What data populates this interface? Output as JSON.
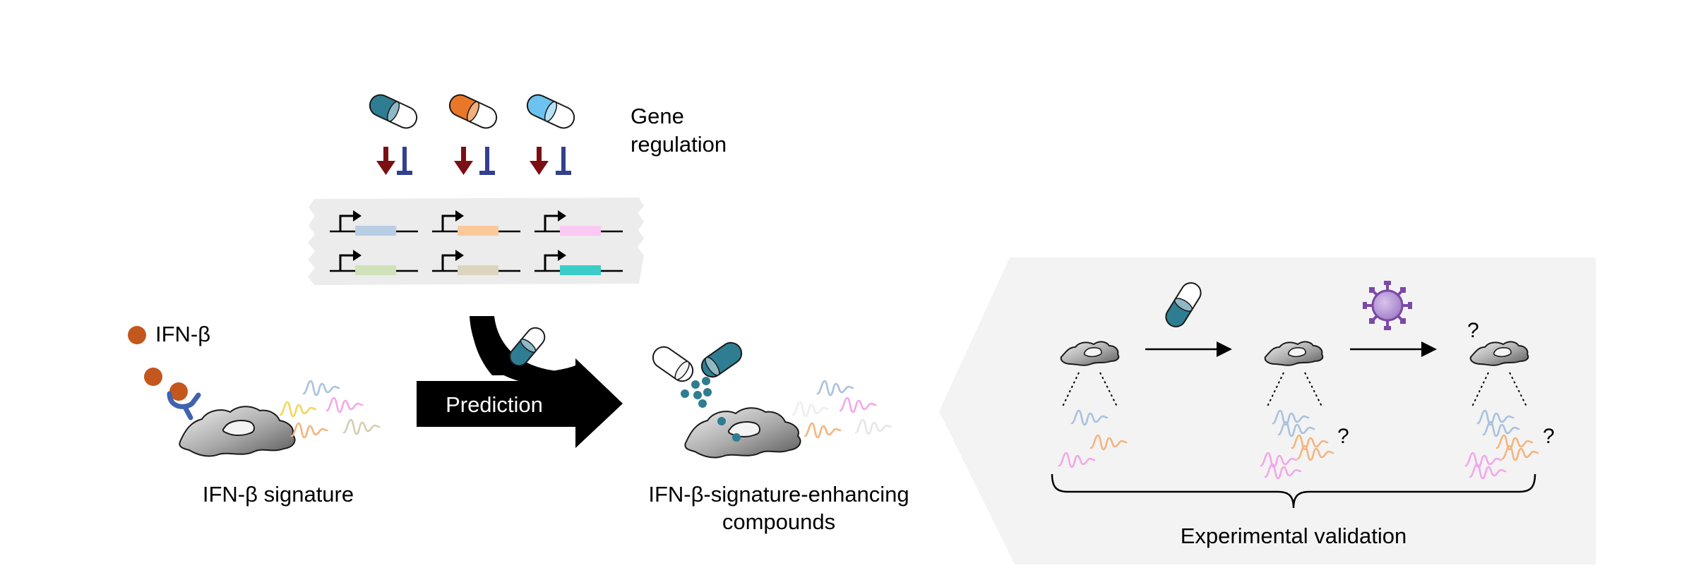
{
  "labels": {
    "gene_regulation_line1": "Gene",
    "gene_regulation_line2": "regulation",
    "ifn_beta": "IFN-β",
    "ifn_beta_signature": "IFN-β signature",
    "prediction": "Prediction",
    "enhancing_line1": "IFN-β-signature-enhancing",
    "enhancing_line2": "compounds",
    "experimental_validation": "Experimental validation",
    "unknown_mark": "?"
  },
  "icons": {
    "pill": "pill-capsule-icon",
    "virus": "virus-icon",
    "cell": "cell-icon",
    "receptor": "receptor-icon",
    "ligand": "ifn-beta-molecule-icon",
    "promoter": "promoter-arrow-icon",
    "activation": "activation-arrow-icon",
    "inhibition": "inhibition-bar-icon"
  },
  "colors": {
    "ifn_beta": "#c4571e",
    "receptor": "#3f63b0",
    "pill_teal": "#2f7d92",
    "pill_orange": "#e8772a",
    "pill_lightblue": "#6cc3f0",
    "activation": "#7b0f13",
    "inhibition": "#33408f",
    "virus": "#7a4aa6",
    "dots": "#2f7d92",
    "panel_bg": "#f3f3f3",
    "wave_blue": "#a9c2de",
    "wave_orange": "#f3b57f",
    "wave_pink": "#f2a8e8",
    "wave_yellow": "#f2d75a",
    "wave_tan": "#d6ccb0",
    "gene_1": "#b9cde4",
    "gene_2": "#fbc89a",
    "gene_3": "#f9c9f4",
    "gene_4": "#cfe2b8",
    "gene_5": "#dcd5bd",
    "gene_6": "#3ccdc8"
  }
}
